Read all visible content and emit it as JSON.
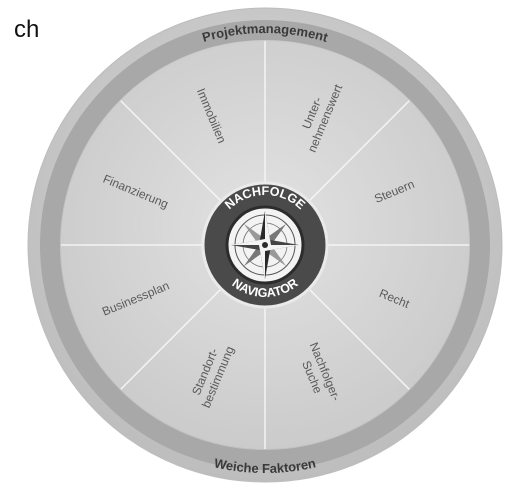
{
  "fragment": "ch",
  "ring": {
    "top_label": "Projektmanagement",
    "bottom_label": "Weiche Faktoren"
  },
  "center": {
    "top_label": "NACHFOLGE",
    "bottom_label": "NAVIGATOR"
  },
  "segments": [
    {
      "lines": [
        "Unter-",
        "nehmenswert"
      ]
    },
    {
      "lines": [
        "Steuern"
      ]
    },
    {
      "lines": [
        "Recht"
      ]
    },
    {
      "lines": [
        "Nachfolger-",
        "Suche"
      ]
    },
    {
      "lines": [
        "Standort-",
        "bestimmung"
      ]
    },
    {
      "lines": [
        "Businessplan"
      ]
    },
    {
      "lines": [
        "Finanzierung"
      ]
    },
    {
      "lines": [
        "Immobilien"
      ]
    }
  ],
  "colors": {
    "outer_ring": "#cfcfcf",
    "band": "#a9a9a9",
    "inner_disc": "#d2d2d2",
    "divider": "#f4f4f4",
    "label": "#5a5a5a",
    "hub": "#3d3d3d"
  }
}
